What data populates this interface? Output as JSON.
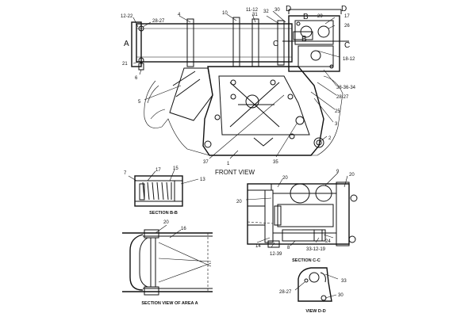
{
  "views": {
    "front_view": "FRONT VIEW",
    "section_bb": "SECTION B-B",
    "section_area_a": "SECTION VIEW OF AREA A",
    "section_cc": "SECTION C-C",
    "view_dd": "VIEW D-D"
  },
  "section_markers": {
    "a": "A",
    "b": "B",
    "c": "C",
    "d": "D"
  },
  "callouts": {
    "c12_22": "12-22",
    "c28_27": "28-27",
    "c4": "4",
    "c10": "10",
    "c11_12": "11-12",
    "c31": "31",
    "c32": "32",
    "c30": "30",
    "c29": "29",
    "c17": "17",
    "c26": "26",
    "c18_12": "18-12",
    "c21": "21",
    "c6": "6",
    "c5": "5",
    "c38_36_34": "38-36-34",
    "c28_27b": "28-27",
    "c25": "25",
    "c3": "3",
    "c2": "2",
    "c1": "1",
    "c37": "37",
    "c35": "35",
    "bb_7": "7",
    "bb_17": "17",
    "bb_15": "15",
    "bb_13": "13",
    "aa_20": "20",
    "aa_16": "16",
    "cc_20a": "20",
    "cc_9": "9",
    "cc_20b": "20",
    "cc_20c": "20",
    "cc_14": "14",
    "cc_12_39": "12-39",
    "cc_8": "8",
    "cc_33_12_19": "33-12-19",
    "cc_24": "24",
    "dd_33": "33",
    "dd_28_27": "28-27",
    "dd_30": "30"
  }
}
